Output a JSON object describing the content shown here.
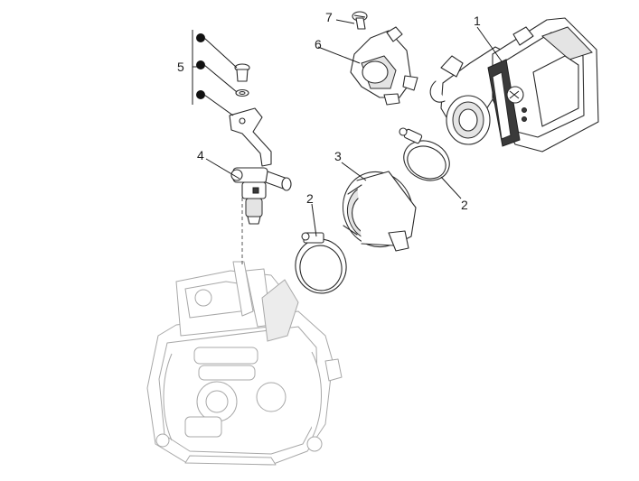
{
  "callouts": {
    "c1": "1",
    "c2a": "2",
    "c2b": "2",
    "c3": "3",
    "c4": "4",
    "c5": "5",
    "c6": "6",
    "c7": "7"
  }
}
